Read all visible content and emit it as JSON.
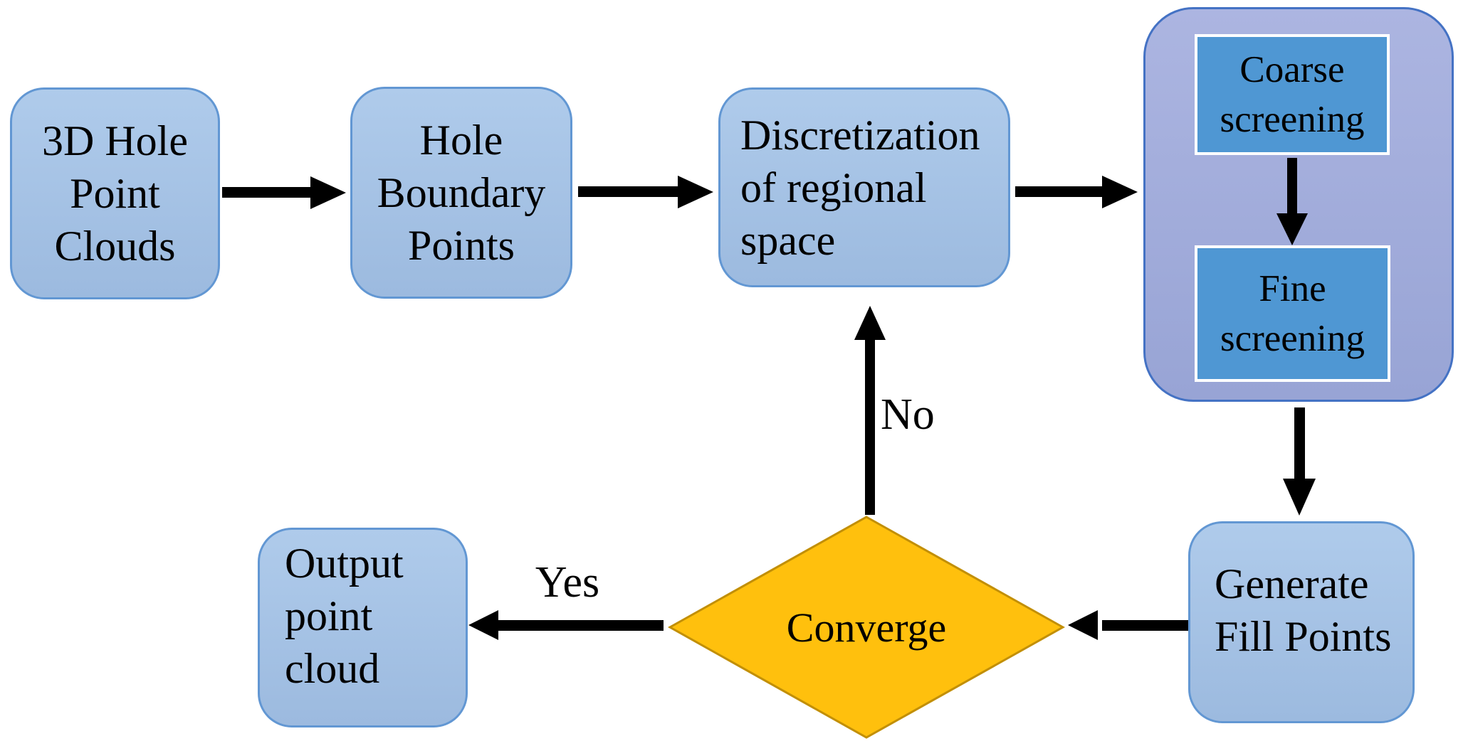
{
  "nodes": {
    "hole_point_clouds": {
      "lines": [
        "3D Hole",
        "Point",
        "Clouds"
      ]
    },
    "hole_boundary_points": {
      "lines": [
        "Hole",
        "Boundary",
        "Points"
      ]
    },
    "discretization": {
      "lines": [
        "Discretization",
        "of regional",
        "space"
      ]
    },
    "screening_group": {
      "coarse": {
        "lines": [
          "Coarse",
          "screening"
        ]
      },
      "fine": {
        "lines": [
          "Fine",
          "screening"
        ]
      }
    },
    "generate_fill_points": {
      "lines": [
        "Generate",
        "Fill Points"
      ]
    },
    "converge": {
      "label": "Converge"
    },
    "output_point_cloud": {
      "lines": [
        "Output",
        "point",
        "cloud"
      ]
    }
  },
  "edge_labels": {
    "yes": "Yes",
    "no": "No"
  },
  "colors": {
    "process_fill_top": "#AFCBEB",
    "process_fill_bottom": "#9CBADF",
    "process_border": "#6297D3",
    "group_fill_top": "#ACB5E1",
    "group_fill_bottom": "#98A4D5",
    "group_border": "#4472C4",
    "screen_fill": "#4F97D3",
    "screen_border": "#FFFFFF",
    "decision_fill": "#FFC00D",
    "decision_border": "#C28F06",
    "arrow": "#000000",
    "text": "#000000",
    "background": "#FFFFFF"
  }
}
